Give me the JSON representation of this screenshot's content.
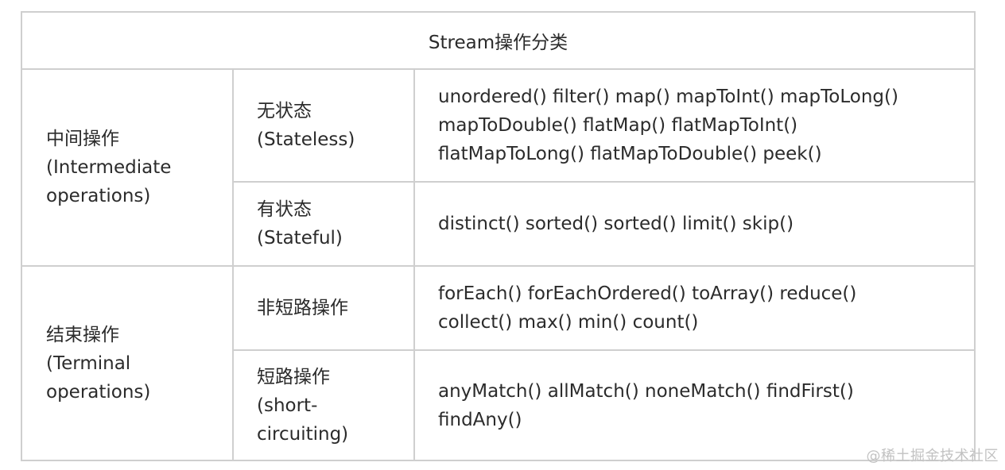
{
  "table": {
    "title": "Stream操作分类",
    "groups": [
      {
        "category_lines": [
          "中间操作",
          "(Intermediate",
          "operations)"
        ],
        "rows": [
          {
            "sub_lines": [
              "无状态",
              "(Stateless)"
            ],
            "ops_lines": [
              "unordered() filter() map() mapToInt() mapToLong()",
              "mapToDouble() flatMap() flatMapToInt()",
              "flatMapToLong() flatMapToDouble() peek()"
            ]
          },
          {
            "sub_lines": [
              "有状态",
              "(Stateful)"
            ],
            "ops_lines": [
              "distinct() sorted() sorted() limit() skip()"
            ]
          }
        ]
      },
      {
        "category_lines": [
          "结束操作",
          "(Terminal",
          "operations)"
        ],
        "rows": [
          {
            "sub_lines": [
              "非短路操作"
            ],
            "ops_lines": [
              "forEach() forEachOrdered() toArray() reduce()",
              "collect() max() min() count()"
            ]
          },
          {
            "sub_lines": [
              "短路操作",
              "(short-",
              "circuiting)"
            ],
            "ops_lines": [
              "anyMatch() allMatch() noneMatch() findFirst()",
              "findAny()"
            ]
          }
        ]
      }
    ]
  },
  "watermark": "@稀土掘金技术社区",
  "colors": {
    "border": "#cfcfcf",
    "text": "#2b2b2b",
    "watermark": "#c2c2c2"
  }
}
